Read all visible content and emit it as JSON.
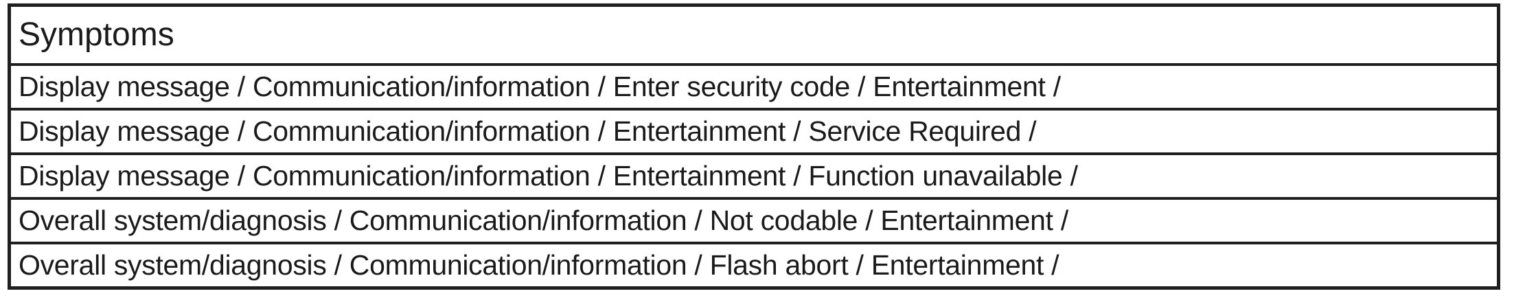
{
  "page": {
    "background": "#ffffff",
    "border_color": "#1f1f1f",
    "text_color": "#1a1a1a"
  },
  "table": {
    "title": "Symptoms",
    "rows": [
      "Display message / Communication/information / Enter security code / Entertainment /",
      "Display message / Communication/information / Entertainment / Service Required /",
      "Display message / Communication/information / Entertainment / Function unavailable /",
      "Overall system/diagnosis / Communication/information / Not codable / Entertainment /",
      "Overall system/diagnosis / Communication/information / Flash abort / Entertainment /"
    ]
  }
}
